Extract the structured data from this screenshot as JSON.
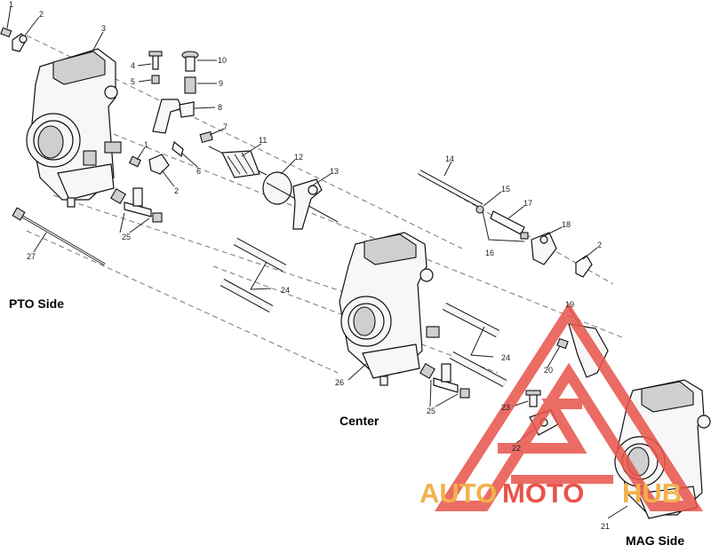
{
  "diagram": {
    "side_labels": {
      "pto": "PTO Side",
      "center": "Center",
      "mag": "MAG Side"
    },
    "callouts": {
      "c1a": "1",
      "c2a": "2",
      "c3": "3",
      "c4": "4",
      "c5": "5",
      "c10": "10",
      "c9": "9",
      "c8": "8",
      "c7": "7",
      "c6": "6",
      "c1b": "1",
      "c2b": "2",
      "c11": "11",
      "c12": "12",
      "c13": "13",
      "c14": "14",
      "c15": "15",
      "c17": "17",
      "c16": "16",
      "c18": "18",
      "c2c": "2",
      "c19": "19",
      "c20": "20",
      "c23": "23",
      "c22": "22",
      "c21": "21",
      "c24a": "24",
      "c24b": "24",
      "c25a": "25",
      "c25b": "25",
      "c26": "26",
      "c27": "27"
    }
  },
  "watermark": {
    "text_part1": "AUTO",
    "text_part2": "MOTO",
    "text_part3": "HUB"
  },
  "colors": {
    "watermark_red": "#e8534a",
    "watermark_orange": "#f2b24a",
    "line": "#222222"
  }
}
